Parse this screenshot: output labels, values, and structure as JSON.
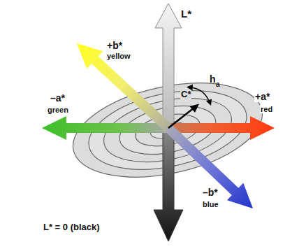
{
  "diagram": {
    "labels": [
      "L*",
      "+b*",
      "yellow",
      "–a*",
      "green",
      "C*",
      "h",
      "a",
      "+a*",
      "red",
      "–b*",
      "blue",
      "L* = 0  (black)"
    ]
  }
}
